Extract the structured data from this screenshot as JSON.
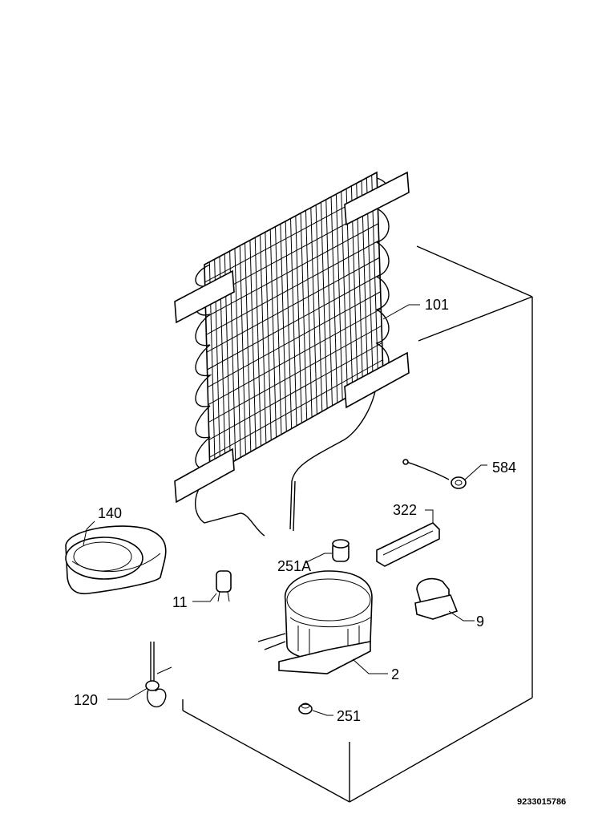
{
  "labels": {
    "p101": "101",
    "p584": "584",
    "p322": "322",
    "p140": "140",
    "p251a": "251A",
    "p11": "11",
    "p9": "9",
    "p2": "2",
    "p120": "120",
    "p251": "251"
  },
  "reference_number": "9233015786"
}
